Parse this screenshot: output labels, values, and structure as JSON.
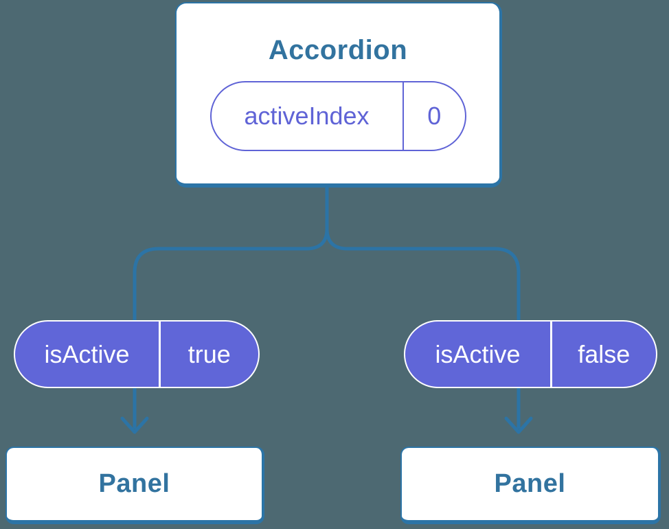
{
  "diagram": {
    "root": {
      "title": "Accordion",
      "state": {
        "name": "activeIndex",
        "value": "0"
      }
    },
    "children": [
      {
        "prop_name": "isActive",
        "prop_value": "true",
        "title": "Panel"
      },
      {
        "prop_name": "isActive",
        "prop_value": "false",
        "title": "Panel"
      }
    ]
  },
  "icons": {
    "arrow_down": "↓"
  },
  "colors": {
    "background": "#4D6972",
    "connector": "#2C74A6",
    "card_border": "#2C74A6",
    "card_bg": "#FFFFFF",
    "card_text": "#32739F",
    "pill_fill": "#6066D8",
    "pill_text": "#FFFFFF",
    "accent_purple": "#5F63D6"
  }
}
